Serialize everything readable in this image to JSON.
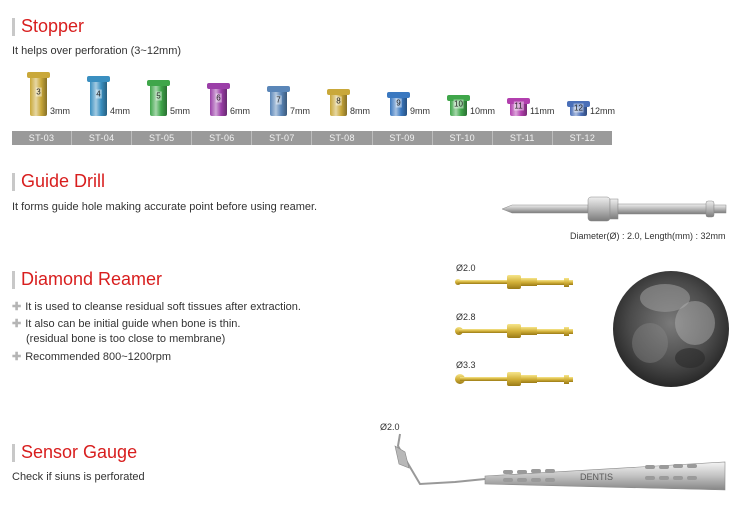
{
  "stopper": {
    "title": "Stopper",
    "desc": "It helps over perforation (3~12mm)",
    "items": [
      {
        "num": "3",
        "mm": "3mm",
        "code": "ST-03",
        "color": "#c9a83a",
        "height": 44
      },
      {
        "num": "4",
        "mm": "4mm",
        "code": "ST-04",
        "color": "#3a8fc0",
        "height": 40
      },
      {
        "num": "5",
        "mm": "5mm",
        "code": "ST-05",
        "color": "#3fa64a",
        "height": 36
      },
      {
        "num": "6",
        "mm": "6mm",
        "code": "ST-06",
        "color": "#9b3fa8",
        "height": 33
      },
      {
        "num": "7",
        "mm": "7mm",
        "code": "ST-07",
        "color": "#5a86b8",
        "height": 30
      },
      {
        "num": "8",
        "mm": "8mm",
        "code": "ST-08",
        "color": "#c9a83a",
        "height": 27
      },
      {
        "num": "9",
        "mm": "9mm",
        "code": "ST-09",
        "color": "#3a78c0",
        "height": 24
      },
      {
        "num": "10",
        "mm": "10mm",
        "code": "ST-10",
        "color": "#3fa64a",
        "height": 21
      },
      {
        "num": "11",
        "mm": "11mm",
        "code": "ST-11",
        "color": "#b23fae",
        "height": 18
      },
      {
        "num": "12",
        "mm": "12mm",
        "code": "ST-12",
        "color": "#4a6fb8",
        "height": 15
      }
    ]
  },
  "guide_drill": {
    "title": "Guide Drill",
    "desc": "It forms guide hole making accurate point before using reamer.",
    "spec": "Diameter(Ø) : 2.0,  Length(mm) : 32mm"
  },
  "diamond_reamer": {
    "title": "Diamond Reamer",
    "bullets": [
      "It is used to cleanse residual soft tissues after extraction.",
      "It also can be initial guide when bone is thin.",
      "(residual bone is too close to membrane)",
      "Recommended 800~1200rpm"
    ],
    "sizes": [
      "Ø2.0",
      "Ø2.8",
      "Ø3.3"
    ]
  },
  "sensor_gauge": {
    "title": "Sensor Gauge",
    "desc": "Check if siuns is perforated",
    "size": "Ø2.0",
    "brand": "DENTIS"
  }
}
